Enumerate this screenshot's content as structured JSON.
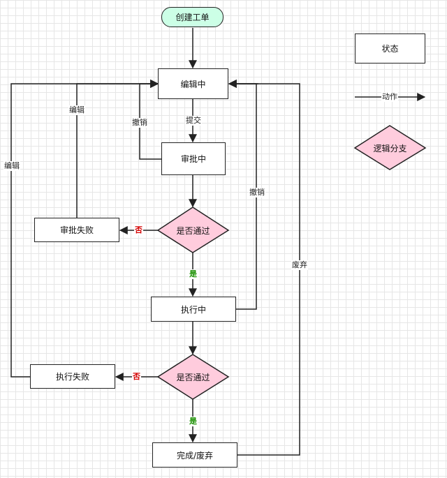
{
  "nodes": {
    "create": "创建工单",
    "editing": "编辑中",
    "approving": "审批中",
    "decision1": "是否通过",
    "approve_failed": "审批失败",
    "executing": "执行中",
    "decision2": "是否通过",
    "exec_failed": "执行失败",
    "done": "完成/废弃"
  },
  "edges": {
    "submit": "提交",
    "revoke1": "撤销",
    "edit1": "编辑",
    "edit2": "编辑",
    "revoke2": "撤销",
    "discard": "废弃",
    "no1": "否",
    "yes1": "是",
    "no2": "否",
    "yes2": "是"
  },
  "legend": {
    "state": "状态",
    "action": "动作",
    "branch": "逻辑分支"
  },
  "colors": {
    "start_fill": "#ccffe6",
    "decision_fill": "#ffccdd",
    "stroke": "#222222",
    "no": "#d40000",
    "yes": "#1a8f00"
  }
}
